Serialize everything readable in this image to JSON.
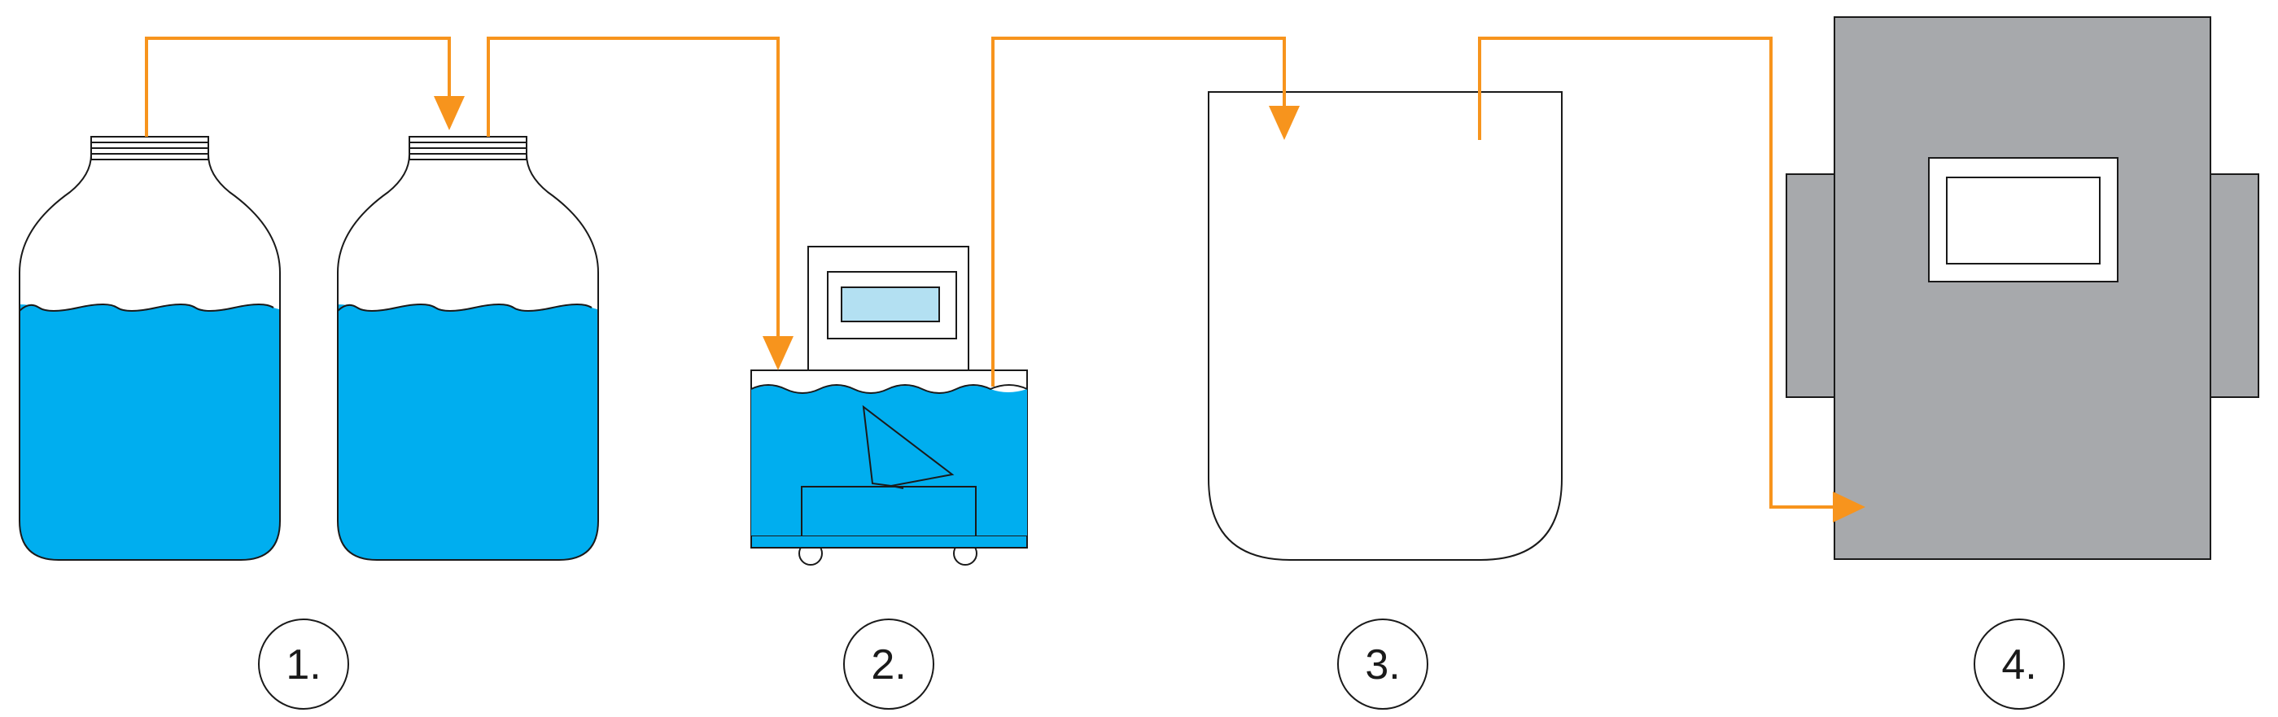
{
  "steps": [
    {
      "id": "1",
      "label": "1."
    },
    {
      "id": "2",
      "label": "2."
    },
    {
      "id": "3",
      "label": "3."
    },
    {
      "id": "4",
      "label": "4."
    }
  ],
  "colors": {
    "pipe": "#f7941d",
    "water": "#00aeef",
    "screen": "#b3e0f2",
    "cabinet": "#a7a9ac",
    "stroke": "#1a1a1a",
    "background": "#ffffff"
  }
}
